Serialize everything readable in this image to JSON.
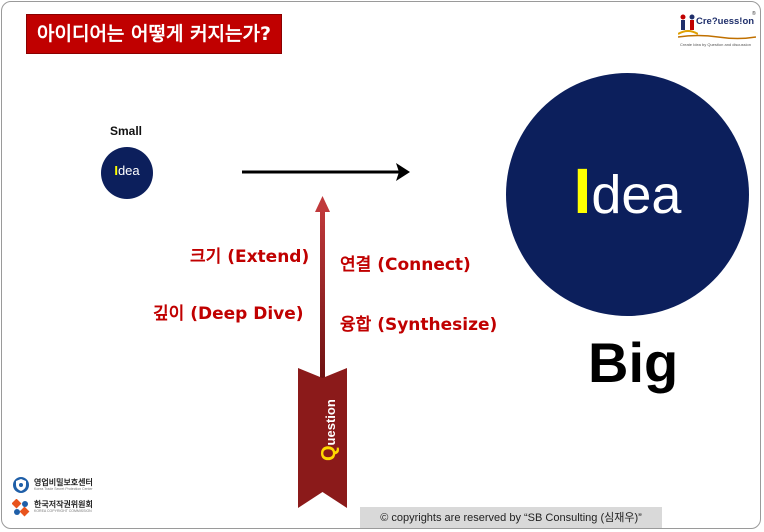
{
  "title": "아이디어는 어떻게 커지는가?",
  "logo": {
    "brand": "Cre?uess!on",
    "registered_mark": "®",
    "tagline": "Create Idea by Question and discussion"
  },
  "small_idea": {
    "label": "Small",
    "idea_first": "I",
    "idea_rest": "dea"
  },
  "big_idea": {
    "idea_first": "I",
    "idea_rest": "dea",
    "label": "Big"
  },
  "methods": {
    "extend": "크기 (Extend)",
    "connect": "연결 (Connect)",
    "deep_dive": "깊이 (Deep Dive)",
    "synthesize": "융합 (Synthesize)"
  },
  "question": {
    "first": "Q",
    "rest": "uestion"
  },
  "footer_logos": {
    "org1": "영업비밀보호센터",
    "org1_sub": "Korea Trade Secret Protection Center",
    "org2": "한국저작권위원회",
    "org2_sub": "KOREA COPYRIGHT COMMISSION"
  },
  "copyright": "© copyrights are reserved by “SB Consulting (심재우)”",
  "colors": {
    "title_bg": "#c00000",
    "circle": "#0c1f5c",
    "idea_highlight": "#ffff00",
    "method_text": "#c00000",
    "arrow_shaft": "#7b1212",
    "question_banner": "#8b1a1a",
    "copyright_bg": "#d9d9d9"
  }
}
